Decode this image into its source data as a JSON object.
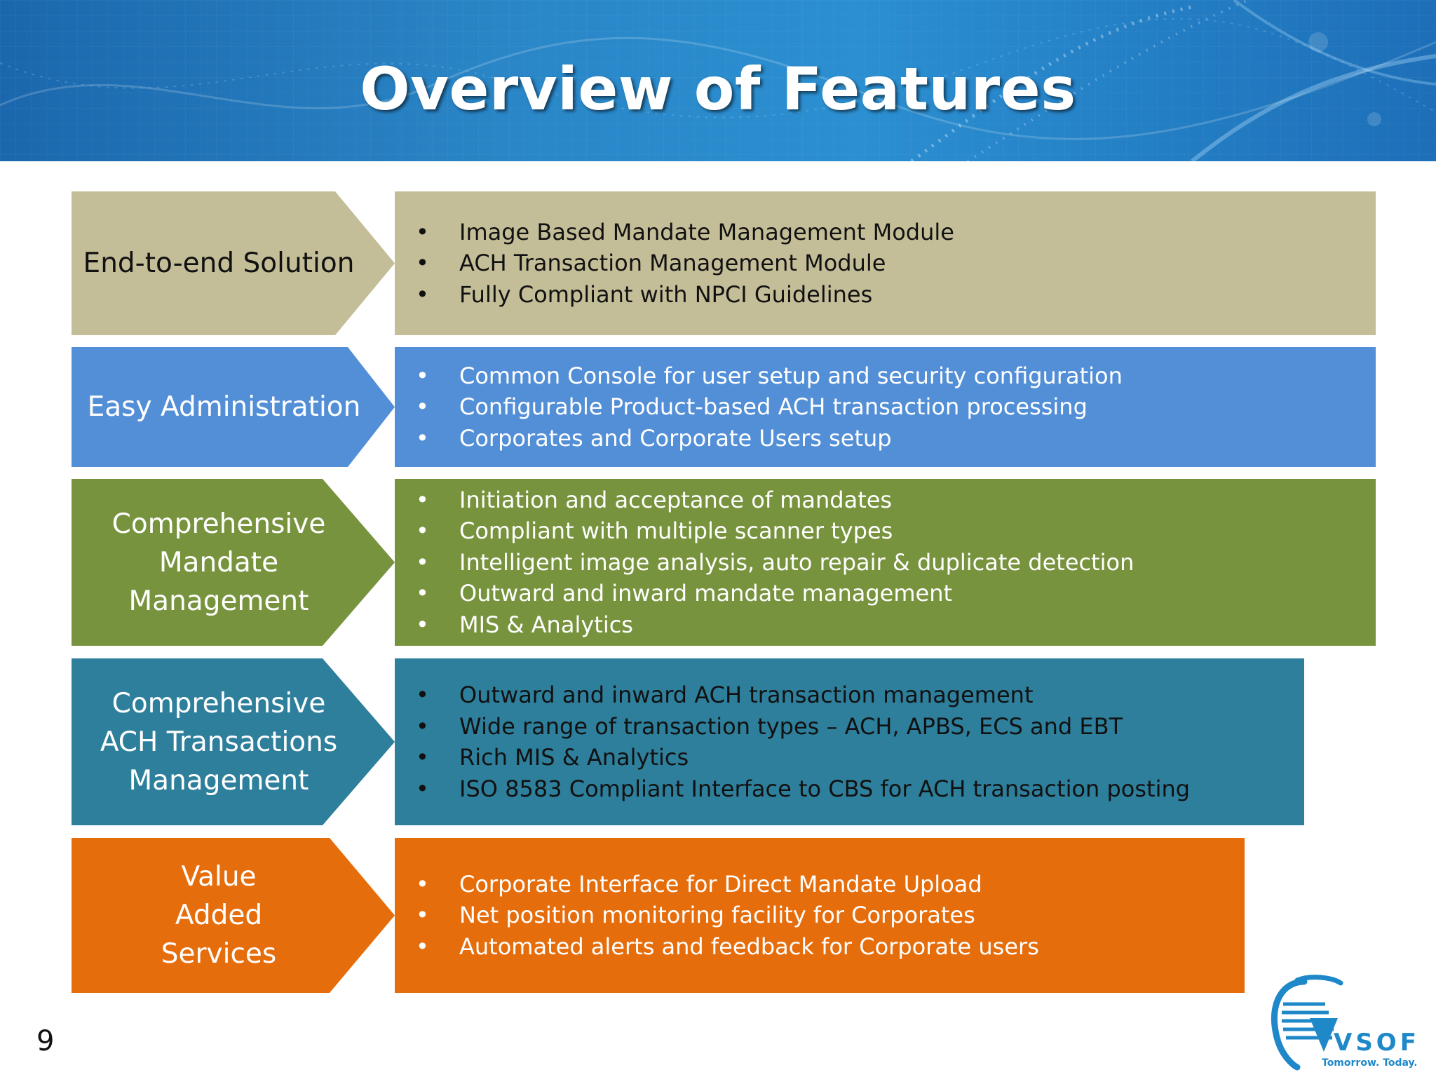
{
  "title": "Overview of Features",
  "page_number": "9",
  "logo": {
    "brand": "VSOFT",
    "tagline": "Tomorrow. Today."
  },
  "rows": [
    {
      "label": "End-to-end Solution",
      "color": "#c4be98",
      "text_color": "#111111",
      "bullets": [
        "Image Based Mandate Management Module",
        "ACH Transaction Management Module",
        "Fully Compliant with NPCI Guidelines"
      ]
    },
    {
      "label": "Easy Administration",
      "color": "#538fd7",
      "text_color": "#ffffff",
      "bullets": [
        "Common Console for user setup and security configuration",
        "Configurable Product-based ACH transaction processing",
        "Corporates and Corporate Users setup"
      ]
    },
    {
      "label": "Comprehensive Mandate Management",
      "color": "#78933e",
      "text_color": "#ffffff",
      "bullets": [
        "Initiation and acceptance of mandates",
        "Compliant with multiple scanner types",
        "Intelligent image analysis, auto repair & duplicate detection",
        "Outward and inward mandate management",
        "MIS & Analytics"
      ]
    },
    {
      "label": "Comprehensive ACH Transactions Management",
      "color": "#2e7f9c",
      "text_color": "#ffffff",
      "bullets": [
        "Outward and inward ACH transaction management",
        "Wide range of transaction types – ACH, APBS, ECS and EBT",
        "Rich  MIS & Analytics",
        "ISO 8583 Compliant Interface to CBS for ACH transaction posting"
      ]
    },
    {
      "label": "Value Added Services",
      "color": "#e66d0c",
      "text_color": "#ffffff",
      "bullets": [
        "Corporate Interface for Direct Mandate Upload",
        "Net position monitoring facility for Corporates",
        "Automated alerts and feedback for Corporate users"
      ]
    }
  ]
}
